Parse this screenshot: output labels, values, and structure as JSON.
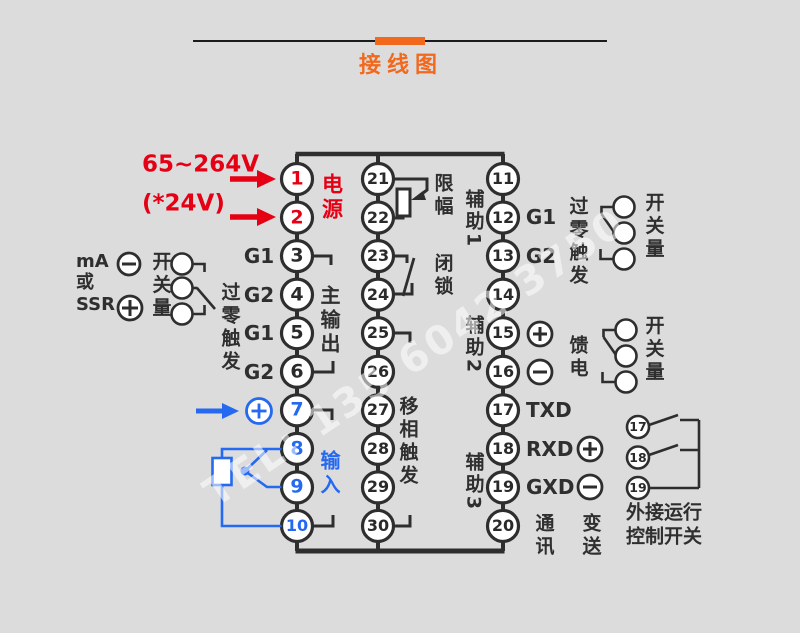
{
  "title": "接线图",
  "watermark": "TEL: 135 6042 3750",
  "colors": {
    "accent": "#f2681c",
    "red": "#e60014",
    "blue": "#2569f0",
    "line": "#2e2e2e",
    "bg": "#dcdcdd"
  },
  "power": {
    "voltage": "65~264V",
    "alt": "(*24V)",
    "label": "电源"
  },
  "left": {
    "gates": [
      "G1",
      "G2",
      "G1",
      "G2"
    ],
    "main_output": "主输出",
    "ma": "mA",
    "or": "或",
    "ssr": "SSR",
    "switch_qty": "开关量",
    "zero_cross": "过零触发",
    "input": "输入"
  },
  "middle": {
    "limit": "限幅",
    "interlock": "闭锁",
    "phase_shift": "移相触发"
  },
  "right": {
    "aux1": "辅助1",
    "aux2": "辅助2",
    "aux3": "辅助3",
    "g1": "G1",
    "g2": "G2",
    "zero_cross": "过零触发",
    "switch_qty1": "开关量",
    "feed": "馈电",
    "switch_qty2": "开关量",
    "txd": "TXD",
    "rxd": "RXD",
    "gxd": "GXD",
    "comm": "通讯",
    "transmit": "变送"
  },
  "external": {
    "terminals": [
      "17",
      "18",
      "19"
    ],
    "caption1": "外接运行",
    "caption2": "控制开关"
  },
  "terminals": {
    "left": [
      "1",
      "2",
      "3",
      "4",
      "5",
      "6",
      "7",
      "8",
      "9",
      "10"
    ],
    "middle": [
      "21",
      "22",
      "23",
      "24",
      "25",
      "26",
      "27",
      "28",
      "29",
      "30"
    ],
    "right": [
      "11",
      "12",
      "13",
      "14",
      "15",
      "16",
      "17",
      "18",
      "19",
      "20"
    ],
    "left_colors": {
      "1": "red",
      "2": "red",
      "7": "blue",
      "8": "blue",
      "9": "blue",
      "10": "blue"
    }
  }
}
